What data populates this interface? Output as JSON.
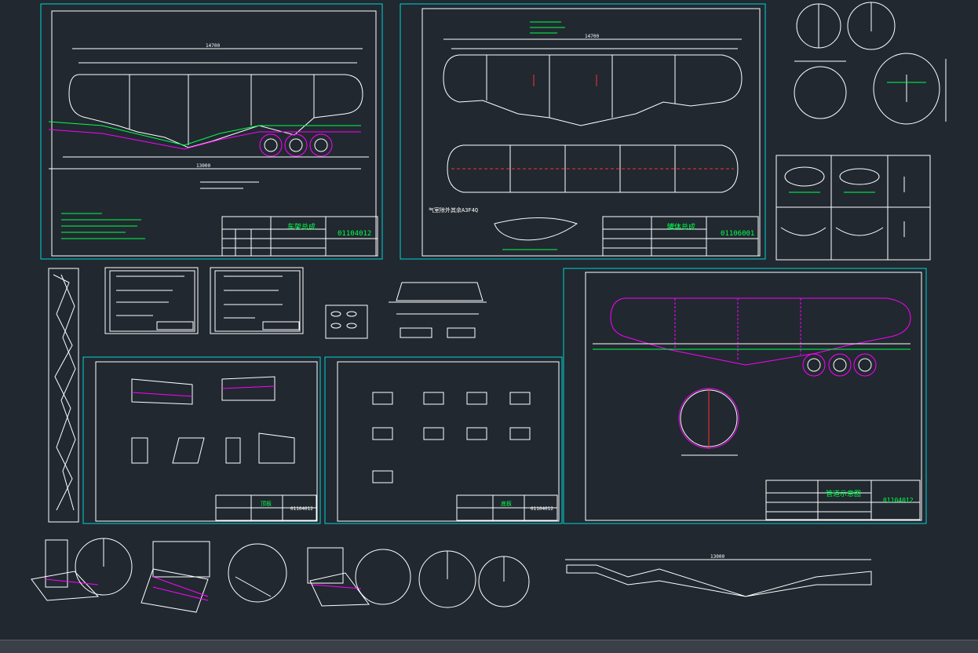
{
  "colors": {
    "background": "#212830",
    "frame": "#00d4d4",
    "line": "#ffffff",
    "green": "#00ff4c",
    "magenta": "#ff00ff",
    "red": "#ff3030",
    "yellow": "#ffff00"
  },
  "sheets": {
    "chassis": {
      "title": "车架总成",
      "number": "01104012",
      "dim_top": "14700",
      "dim_bottom": "13000"
    },
    "tank": {
      "title": "罐体总成",
      "number": "01106001",
      "dim_top": "14700",
      "note": "气室除外其余A3F4Q"
    },
    "piping": {
      "title": "管道示意图",
      "number": "01104012"
    },
    "parts_a": {
      "title": "顶板",
      "number": "01104012"
    },
    "parts_b": {
      "title": "底板",
      "number": "01104012"
    }
  },
  "long_dim": "13000"
}
